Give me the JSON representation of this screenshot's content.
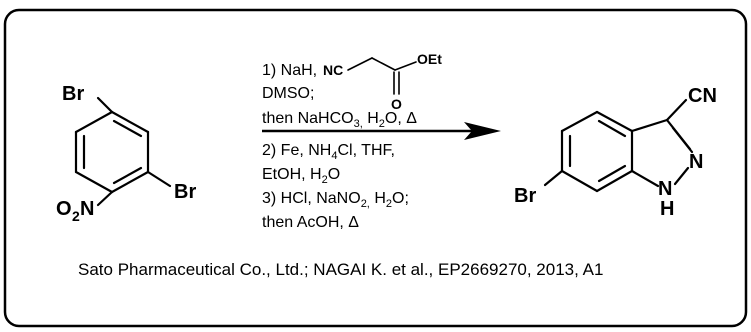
{
  "reactant": {
    "atoms": {
      "br_top": "Br",
      "br_right": "Br",
      "no2_main": "O",
      "no2_sub": "2",
      "no2_n": "N"
    }
  },
  "reagent": {
    "nc": "NC",
    "o_carbonyl": "O",
    "oet": "OEt"
  },
  "conditions": {
    "line1_prefix": "1) NaH,",
    "line2": "DMSO;",
    "line3_a": "then NaHCO",
    "line3_sub": "3,",
    "line3_b": " H",
    "line3_sub2": "2",
    "line3_c": "O,  Δ",
    "line4_a": "2) Fe, NH",
    "line4_sub": "4",
    "line4_b": "Cl, THF,",
    "line5_a": "EtOH, H",
    "line5_sub": "2",
    "line5_b": "O",
    "line6_a": "3) HCl, NaNO",
    "line6_sub": "2,",
    "line6_b": " H",
    "line6_sub2": "2",
    "line6_c": "O;",
    "line7": "then AcOH, Δ"
  },
  "product": {
    "atoms": {
      "cn": "CN",
      "n_ring": "N",
      "n_h": "N",
      "h": "H",
      "br": "Br"
    }
  },
  "citation": "Sato Pharmaceutical Co., Ltd.; NAGAI K. et al., EP2669270, 2013, A1"
}
